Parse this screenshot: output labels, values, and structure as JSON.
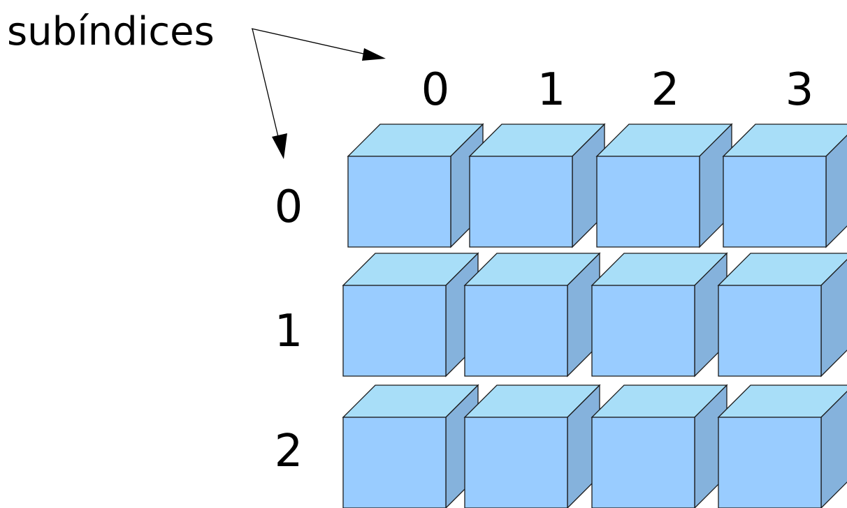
{
  "annotation": {
    "label": "subíndices"
  },
  "column_indices": [
    "0",
    "1",
    "2",
    "3"
  ],
  "row_indices": [
    "0",
    "1",
    "2"
  ],
  "colors": {
    "cube_front": "#99ccff",
    "cube_top": "#a8def8",
    "cube_side": "#85b2dc",
    "outline": "#1a1a1a",
    "text": "#000000"
  }
}
